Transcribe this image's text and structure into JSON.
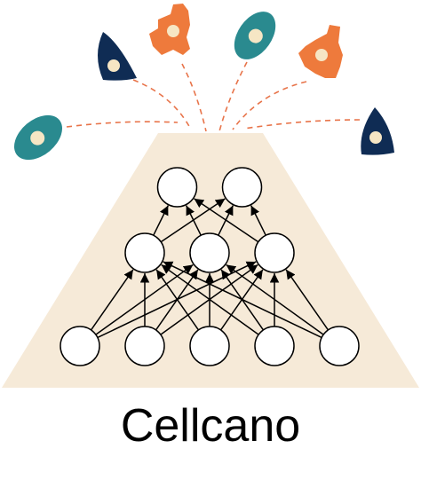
{
  "title": "Cellcano",
  "colors": {
    "volcano": "#f6ead8",
    "node_fill": "#ffffff",
    "node_stroke": "#000000",
    "teal_cell": "#2a8a8f",
    "navy_cell": "#0f2c54",
    "orange_cell": "#ee7a3c",
    "nucleus": "#f6e6c4",
    "dashed": "#e8744a"
  },
  "network": {
    "input_nodes": 5,
    "hidden_nodes": 3,
    "output_nodes": 2,
    "connectivity": "fully-connected"
  },
  "erupting_cells": [
    {
      "type": "teal-oval-cell"
    },
    {
      "type": "navy-drop-cell"
    },
    {
      "type": "orange-irregular-cell"
    },
    {
      "type": "teal-oval-cell"
    },
    {
      "type": "orange-irregular-cell"
    },
    {
      "type": "navy-drop-cell"
    }
  ]
}
